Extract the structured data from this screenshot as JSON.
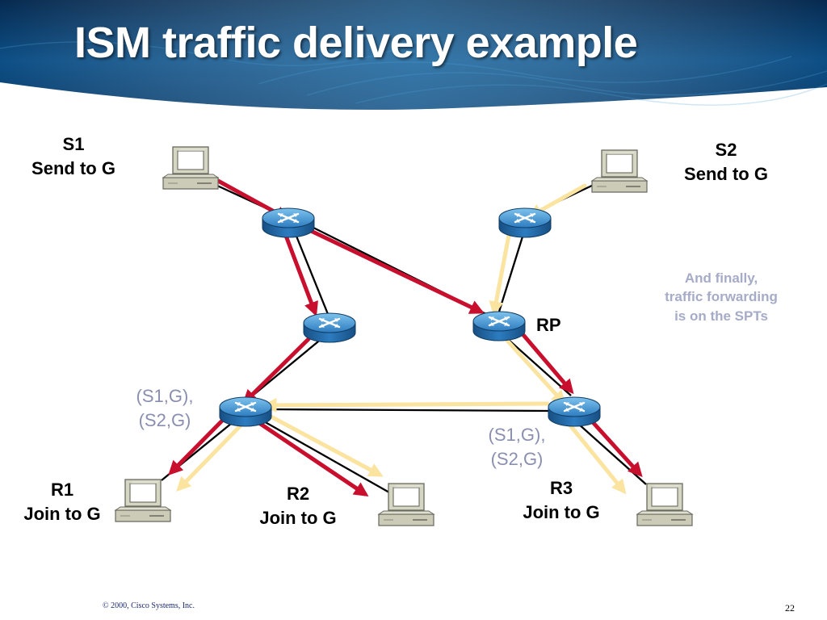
{
  "slide": {
    "title": "ISM traffic delivery example",
    "footer": {
      "copyright": "© 2000, Cisco Systems, Inc.",
      "page_number": "22"
    }
  },
  "labels": {
    "s1": {
      "name": "S1",
      "action": "Send to G"
    },
    "s2": {
      "name": "S2",
      "action": "Send to G"
    },
    "r1": {
      "name": "R1",
      "action": "Join to G"
    },
    "r2": {
      "name": "R2",
      "action": "Join to G"
    },
    "r3": {
      "name": "R3",
      "action": "Join to G"
    },
    "rp": "RP"
  },
  "state_labels": {
    "left": {
      "line1": "(S1,G),",
      "line2": "(S2,G)"
    },
    "right": {
      "line1": "(S1,G),",
      "line2": "(S2,G)"
    }
  },
  "note": {
    "line1": "And finally,",
    "line2": "traffic forwarding",
    "line3": "is on the SPTs"
  },
  "colors": {
    "s1_traffic": "#c8102e",
    "s2_traffic": "#fbe3a0",
    "link": "#000000",
    "router": "#2d7cc0",
    "state_label": "#8a8fb0",
    "note": "#a6abc8",
    "banner": "#0d4f86"
  },
  "icons": {
    "host": "pc-workstation-icon",
    "router": "router-icon"
  }
}
